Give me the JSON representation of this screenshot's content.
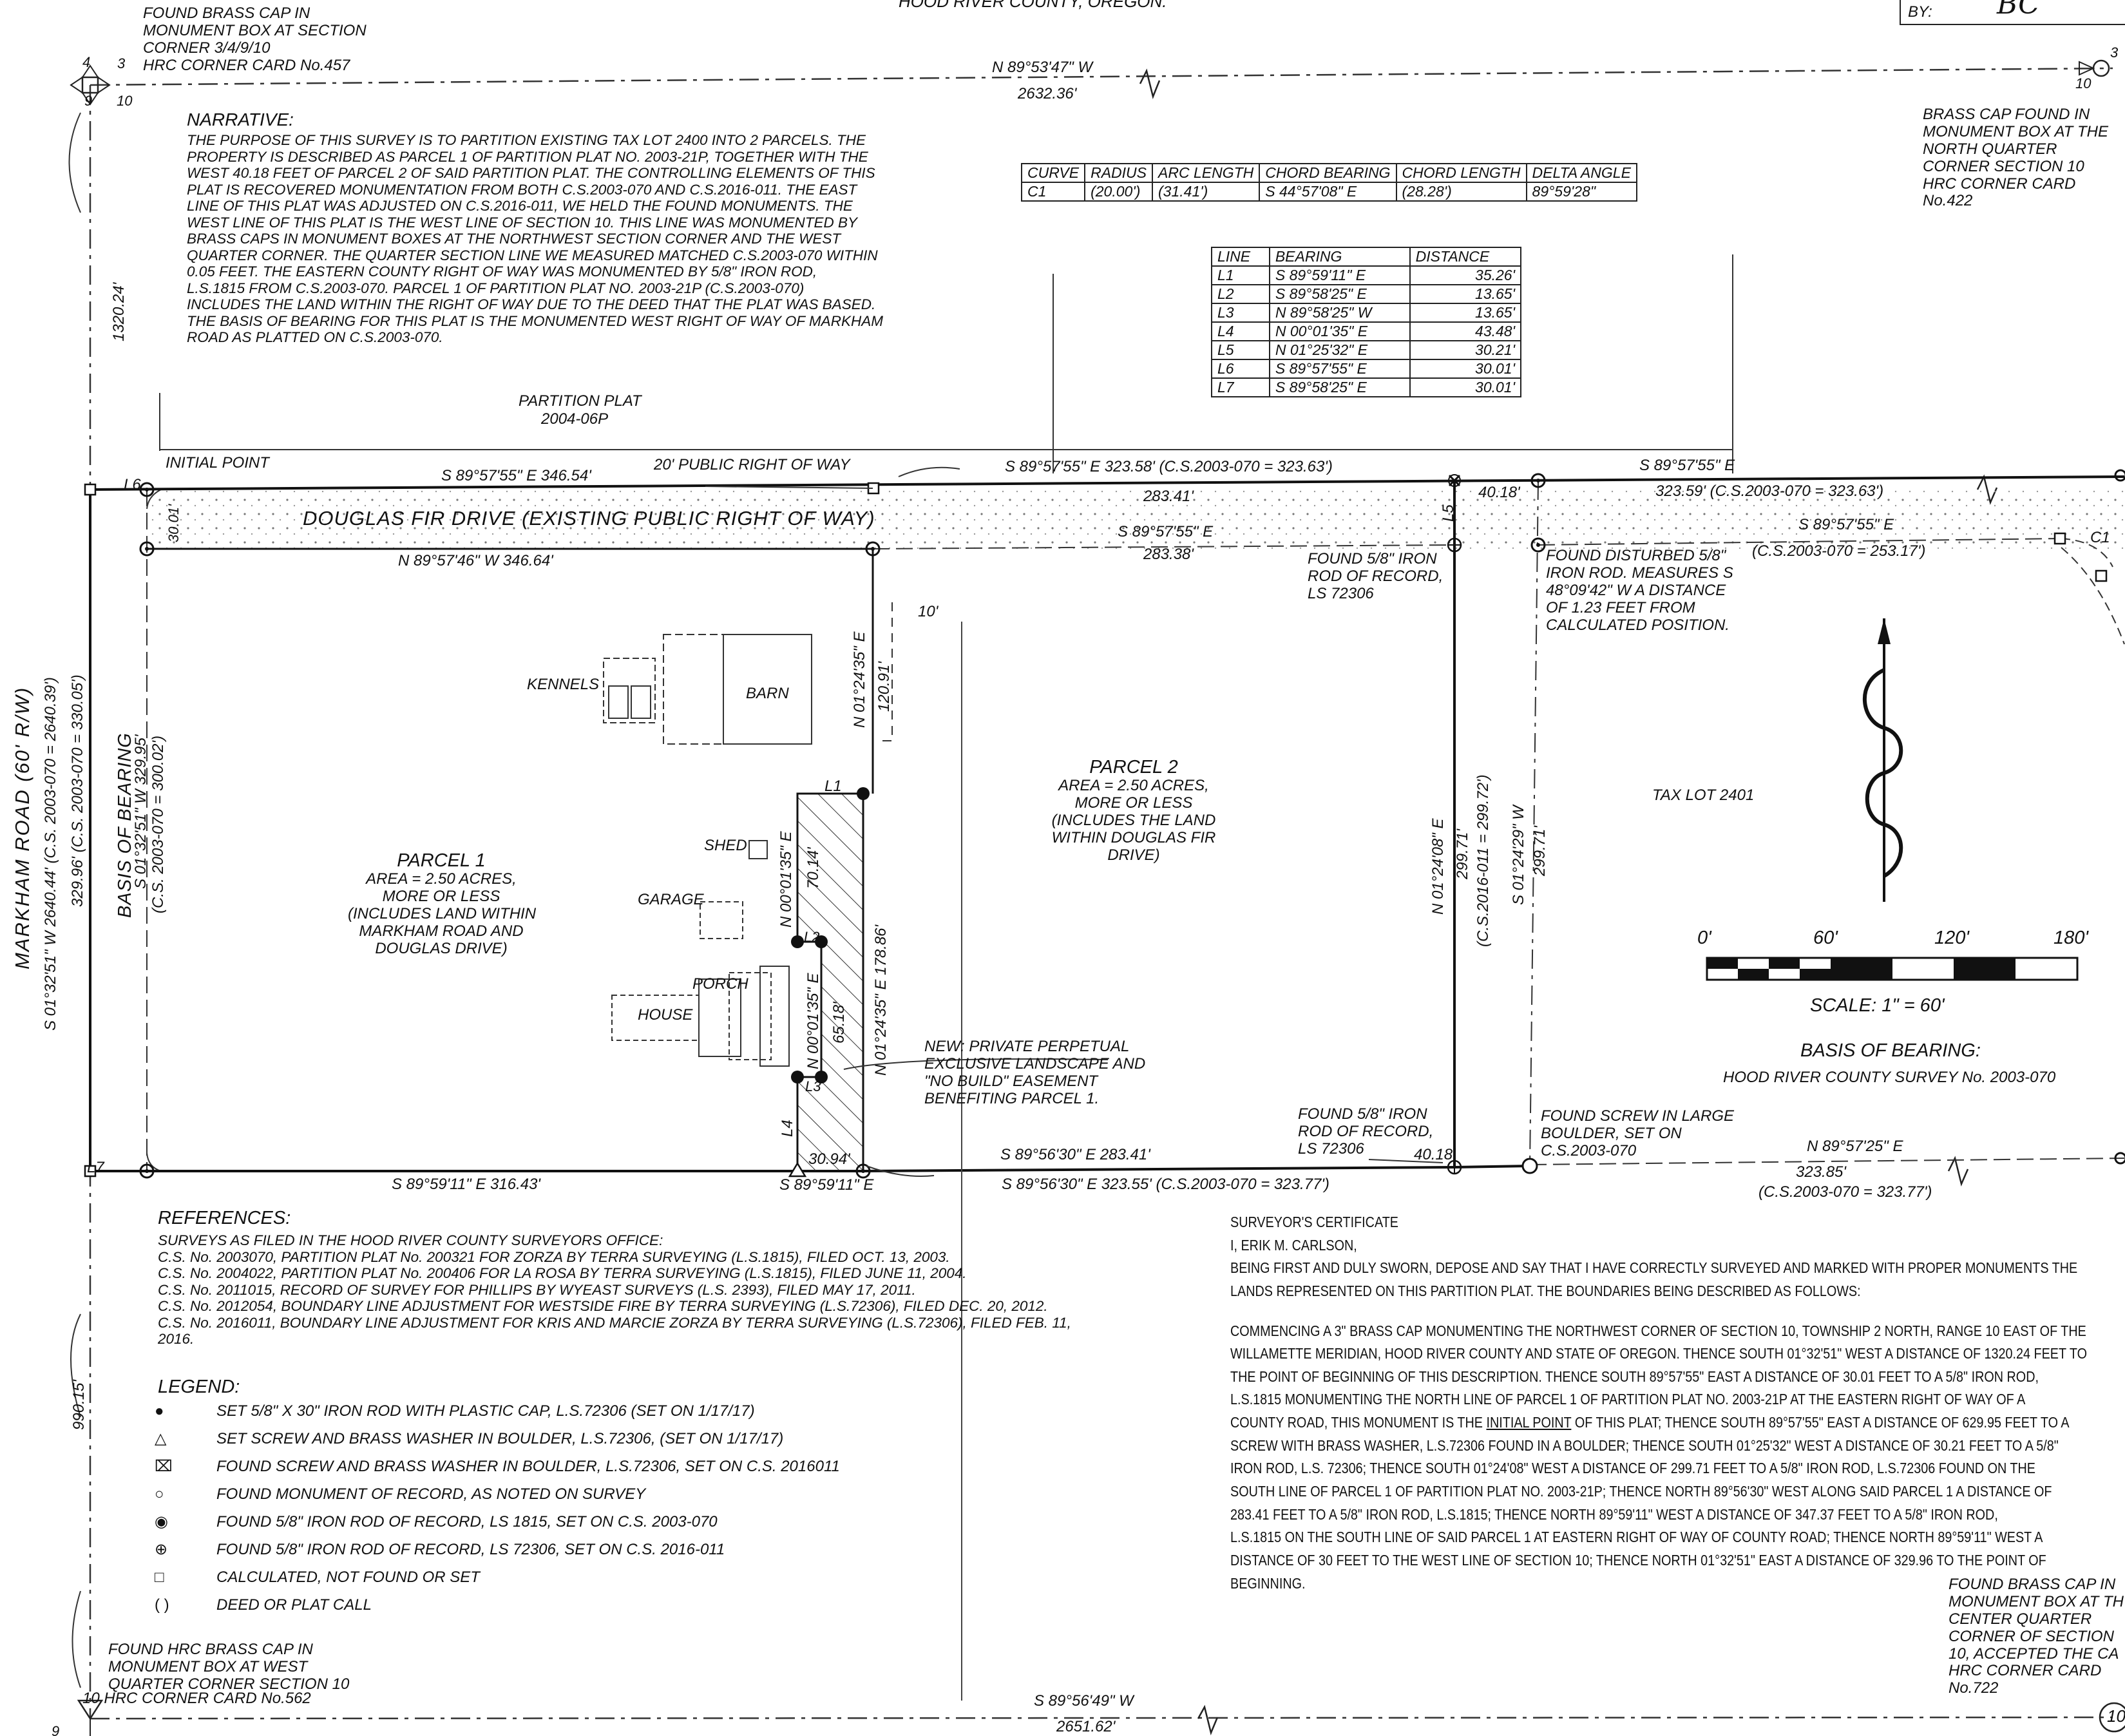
{
  "header": {
    "county_line": "HOOD RIVER COUNTY, OREGON.",
    "by_label": "BY:",
    "by_value": "BC"
  },
  "corners": {
    "nw": [
      "FOUND BRASS CAP IN",
      "MONUMENT BOX AT SECTION",
      "CORNER 3/4/9/10",
      "HRC CORNER CARD No.457"
    ],
    "nw_numbers": {
      "a": "4",
      "b": "3",
      "c": "9",
      "d": "10"
    },
    "nq": [
      "BRASS CAP FOUND IN",
      "MONUMENT BOX AT THE",
      "NORTH QUARTER",
      "CORNER SECTION 10",
      "HRC CORNER CARD",
      "No.422"
    ],
    "nq_numbers": {
      "a": "3",
      "b": "10"
    },
    "wq": [
      "FOUND HRC BRASS CAP IN",
      "MONUMENT BOX AT WEST",
      "QUARTER CORNER SECTION 10",
      "HRC CORNER CARD No.562"
    ],
    "wq_number": "10",
    "wq_bottom": "9",
    "cq": [
      "FOUND BRASS CAP IN",
      "MONUMENT BOX AT TH",
      "CENTER QUARTER",
      "CORNER OF SECTION",
      "10, ACCEPTED THE CA",
      "HRC CORNER CARD",
      "No.722"
    ],
    "cq_number": "10"
  },
  "section_lines": {
    "north_bearing": "N 89°53'47\" W",
    "north_distance": "2632.36'",
    "south_bearing": "S 89°56'49\" W",
    "south_distance": "2651.62'",
    "west_upper": "1320.24'",
    "west_lower": "990.15'"
  },
  "narrative": {
    "title": "NARRATIVE:",
    "lines": [
      "THE PURPOSE OF THIS SURVEY IS TO PARTITION EXISTING TAX LOT 2400 INTO 2 PARCELS.  THE",
      "PROPERTY IS DESCRIBED AS PARCEL 1 OF PARTITION PLAT NO. 2003-21P, TOGETHER WITH THE",
      "WEST 40.18 FEET OF PARCEL 2 OF SAID PARTITION PLAT.  THE CONTROLLING ELEMENTS OF THIS",
      "PLAT IS RECOVERED MONUMENTATION FROM BOTH C.S.2003-070 AND C.S.2016-011.  THE EAST",
      "LINE OF THIS PLAT WAS ADJUSTED ON C.S.2016-011, WE HELD THE FOUND MONUMENTS.  THE",
      "WEST LINE OF THIS PLAT IS THE WEST LINE OF SECTION 10.  THIS LINE WAS MONUMENTED BY",
      "BRASS CAPS IN MONUMENT BOXES AT THE NORTHWEST SECTION CORNER AND THE WEST",
      "QUARTER CORNER.  THE QUARTER SECTION LINE WE MEASURED MATCHED C.S.2003-070 WITHIN",
      "0.05 FEET.  THE EASTERN COUNTY RIGHT OF WAY WAS MONUMENTED BY 5/8\" IRON ROD,",
      "L.S.1815 FROM C.S.2003-070.  PARCEL 1 OF PARTITION PLAT NO. 2003-21P (C.S.2003-070)",
      "INCLUDES THE LAND WITHIN THE RIGHT OF WAY DUE TO THE DEED THAT THE PLAT WAS BASED.",
      "THE BASIS OF BEARING FOR THIS PLAT IS THE MONUMENTED WEST RIGHT OF WAY OF MARKHAM",
      "ROAD AS PLATTED ON C.S.2003-070."
    ]
  },
  "curve_table": {
    "headers": [
      "CURVE",
      "RADIUS",
      "ARC LENGTH",
      "CHORD BEARING",
      "CHORD LENGTH",
      "DELTA ANGLE"
    ],
    "rows": [
      [
        "C1",
        "(20.00')",
        "(31.41')",
        "S 44°57'08\" E",
        "(28.28')",
        "89°59'28\""
      ]
    ]
  },
  "line_table": {
    "headers": [
      "LINE",
      "BEARING",
      "DISTANCE"
    ],
    "rows": [
      [
        "L1",
        "S 89°59'11\" E",
        "35.26'"
      ],
      [
        "L2",
        "S 89°58'25\" E",
        "13.65'"
      ],
      [
        "L3",
        "N 89°58'25\" W",
        "13.65'"
      ],
      [
        "L4",
        "N 00°01'35\" E",
        "43.48'"
      ],
      [
        "L5",
        "N 01°25'32\" E",
        "30.21'"
      ],
      [
        "L6",
        "S 89°57'55\" E",
        "30.01'"
      ],
      [
        "L7",
        "S 89°58'25\" E",
        "30.01'"
      ]
    ]
  },
  "labels": {
    "partition_plat": "PARTITION PLAT",
    "partition_plat_no": "2004-06P",
    "initial_point": "INITIAL POINT",
    "row_label": "20' PUBLIC RIGHT OF WAY",
    "douglas_fir": "DOUGLAS FIR DRIVE (EXISTING PUBLIC RIGHT OF WAY)",
    "l6": "L6",
    "l7": "L7",
    "l1": "L1",
    "l2": "L2",
    "l3": "L3",
    "l4": "L4",
    "l5": "L5",
    "c1": "C1",
    "width_30": "30.01'",
    "north_seg1_bearing": "S 89°57'55\" E  346.54'",
    "north_seg2_bearing": "S 89°57'55\" E  323.58' (C.S.2003-070 = 323.63')",
    "north_seg2_sub": "283.41'",
    "north_seg3_bearing": "S 89°57'55\" E",
    "north_seg3_sub": "323.59' (C.S.2003-070 = 323.63')",
    "row_south_left": "N 89°57'46\" W  346.64'",
    "row_south_mid": "S 89°57'55\" E",
    "row_south_mid_dist": "283.38'",
    "row_south_right": "S 89°57'55\" E",
    "row_south_right_cs": "(C.S.2003-070 = 253.17')",
    "d_4018_top": "40.18'",
    "d_4018_bot": "40.18'",
    "ten_ft": "10'",
    "found_iron_top": [
      "FOUND 5/8\" IRON",
      "ROD OF RECORD,",
      "LS 72306"
    ],
    "found_disturbed": [
      "FOUND DISTURBED 5/8\"",
      "IRON ROD. MEASURES S",
      "48°09'42\" W A DISTANCE",
      "OF 1.23 FEET FROM",
      "CALCULATED POSITION."
    ],
    "kennels": "KENNELS",
    "barn": "BARN",
    "shed": "SHED",
    "garage": "GARAGE",
    "porch": "PORCH",
    "house": "HOUSE",
    "barn_line": "N 01°24'35\" E",
    "barn_dist": "120.91'",
    "ease_left1": "N 00°01'35\" E",
    "ease_d1": "70.14'",
    "ease_left2": "N 00°01'35\" E",
    "ease_d2": "65.18'",
    "ease_right": "N 01°24'35\" E  178.86'",
    "ease_bottom": "30.94'",
    "parcel1": [
      "PARCEL 1",
      "AREA = 2.50 ACRES,",
      "MORE OR LESS",
      "(INCLUDES LAND WITHIN",
      "MARKHAM ROAD AND",
      "DOUGLAS DRIVE)"
    ],
    "parcel2": [
      "PARCEL 2",
      "AREA = 2.50 ACRES,",
      "MORE OR LESS",
      "(INCLUDES THE LAND",
      "WITHIN DOUGLAS FIR",
      "DRIVE)"
    ],
    "tax_lot": "TAX LOT 2401",
    "new_easement": [
      "NEW:   PRIVATE PERPETUAL",
      "EXCLUSIVE LANDSCAPE AND",
      "\"NO BUILD\" EASEMENT",
      "BENEFITING PARCEL 1."
    ],
    "east_a": "N 01°24'08\" E",
    "east_b": "299.71'",
    "east_c": "(C.S.2016-011 = 299.72')",
    "east2_a": "S 01°24'29\" W",
    "east2_b": "299.71'",
    "found_iron_bottom": [
      "FOUND 5/8\" IRON",
      "ROD OF RECORD,",
      "LS 72306"
    ],
    "found_screw": [
      "FOUND SCREW IN LARGE",
      "BOULDER, SET ON",
      "C.S.2003-070"
    ],
    "south_seg1": "S 89°59'11\" E   316.43'",
    "south_seg1b": "S 89°59'11\" E",
    "south_seg2a": "S 89°56'30\" E  283.41'",
    "south_seg2b": "S 89°56'30\" E  323.55' (C.S.2003-070 = 323.77')",
    "south_seg3a": "N 89°57'25\" E",
    "south_seg3b": "323.85'",
    "south_seg3c": "(C.S.2003-070 = 323.77')",
    "markham": "MARKHAM  ROAD (60' R/W)",
    "markham_west": "S 01°32'51\" W  2640.44' (C.S. 2003-070 = 2640.39')",
    "markham_west2": "329.96' (C.S. 2003-070 = 330.05')",
    "basis_a": "BASIS OF BEARING",
    "basis_b": "S 01°32'51\" W 329.95'",
    "basis_c": "(C.S. 2003-070 = 300.02')"
  },
  "scale_bar": {
    "ticks": [
      "0'",
      "60'",
      "120'",
      "180'"
    ],
    "scale": "SCALE:  1\"  =  60'",
    "basis_title": "BASIS OF BEARING:",
    "basis_text": "HOOD RIVER COUNTY SURVEY No. 2003-070"
  },
  "references": {
    "title": "REFERENCES:",
    "intro": "SURVEYS AS FILED IN THE HOOD RIVER COUNTY SURVEYORS OFFICE:",
    "items": [
      "C.S. No. 2003070, PARTITION PLAT No. 200321 FOR ZORZA BY TERRA SURVEYING (L.S.1815), FILED OCT. 13, 2003.",
      "C.S. No. 2004022, PARTITION PLAT No. 200406 FOR LA ROSA BY TERRA SURVEYING (L.S.1815), FILED JUNE 11, 2004.",
      "C.S. No. 2011015, RECORD OF SURVEY FOR PHILLIPS BY WYEAST SURVEYS (L.S. 2393), FILED MAY 17, 2011.",
      "C.S. No. 2012054, BOUNDARY LINE ADJUSTMENT FOR WESTSIDE FIRE BY TERRA SURVEYING (L.S.72306), FILED DEC. 20, 2012.",
      "C.S. No. 2016011, BOUNDARY LINE ADJUSTMENT FOR KRIS AND MARCIE ZORZA BY TERRA SURVEYING (L.S.72306), FILED FEB. 11,",
      "2016."
    ]
  },
  "legend": {
    "title": "LEGEND:",
    "items": [
      {
        "symbol": "●",
        "text": "SET 5/8\" X 30\" IRON ROD WITH PLASTIC CAP, L.S.72306 (SET ON 1/17/17)"
      },
      {
        "symbol": "△",
        "text": "SET SCREW AND BRASS WASHER IN BOULDER, L.S.72306, (SET ON 1/17/17)"
      },
      {
        "symbol": "⌧",
        "text": "FOUND SCREW AND BRASS WASHER IN BOULDER, L.S.72306, SET ON C.S. 2016011"
      },
      {
        "symbol": "○",
        "text": "FOUND MONUMENT OF RECORD, AS NOTED ON SURVEY"
      },
      {
        "symbol": "◉",
        "text": "FOUND 5/8\" IRON ROD OF RECORD, LS 1815, SET ON C.S. 2003-070"
      },
      {
        "symbol": "⊕",
        "text": "FOUND 5/8\" IRON ROD OF RECORD, LS 72306, SET ON C.S. 2016-011"
      },
      {
        "symbol": "□",
        "text": "CALCULATED, NOT FOUND OR SET"
      },
      {
        "symbol": "(  )",
        "text": "DEED OR PLAT CALL"
      }
    ]
  },
  "certificate": {
    "title": "SURVEYOR'S CERTIFICATE",
    "name": "I, ERIK M. CARLSON,",
    "sworn": "BEING FIRST AND DULY SWORN, DEPOSE AND SAY THAT I HAVE CORRECTLY SURVEYED AND MARKED WITH PROPER MONUMENTS THE",
    "sworn2": "LANDS REPRESENTED ON THIS PARTITION PLAT. THE BOUNDARIES BEING DESCRIBED AS FOLLOWS:",
    "desc": [
      "COMMENCING A 3\" BRASS CAP MONUMENTING THE NORTHWEST CORNER OF SECTION 10, TOWNSHIP 2 NORTH, RANGE 10 EAST OF THE",
      "WILLAMETTE MERIDIAN, HOOD RIVER COUNTY AND STATE OF OREGON.  THENCE SOUTH 01°32'51\" WEST A DISTANCE OF 1320.24 FEET TO",
      "THE POINT OF BEGINNING OF THIS DESCRIPTION.  THENCE SOUTH 89°57'55\" EAST A DISTANCE OF 30.01 FEET TO A 5/8\" IRON ROD,",
      "L.S.1815 MONUMENTING THE NORTH LINE OF PARCEL 1 OF PARTITION PLAT NO. 2003-21P AT THE EASTERN RIGHT OF WAY OF A",
      "COUNTY ROAD, THIS MONUMENT IS THE",
      "INITIAL POINT",
      " OF THIS PLAT; THENCE SOUTH 89°57'55\" EAST A DISTANCE OF 629.95 FEET TO A",
      "SCREW WITH BRASS WASHER, L.S.72306 FOUND IN A BOULDER; THENCE SOUTH 01°25'32\" WEST A DISTANCE OF 30.21 FEET TO A 5/8\"",
      "IRON ROD, L.S. 72306; THENCE SOUTH 01°24'08\" WEST A DISTANCE OF 299.71 FEET TO A 5/8\" IRON ROD, L.S.72306 FOUND ON THE",
      "SOUTH LINE OF PARCEL 1 OF PARTITION PLAT NO. 2003-21P; THENCE NORTH 89°56'30\" WEST ALONG SAID PARCEL 1 A DISTANCE OF",
      "283.41 FEET TO A 5/8\" IRON ROD, L.S.1815; THENCE NORTH 89°59'11\" WEST A DISTANCE OF 347.37 FEET TO A 5/8\" IRON ROD,",
      "L.S.1815 ON THE SOUTH LINE OF SAID PARCEL 1 AT EASTERN RIGHT OF WAY OF COUNTY ROAD; THENCE NORTH 89°59'11\" WEST A",
      "DISTANCE OF 30 FEET TO THE WEST LINE OF SECTION 10; THENCE NORTH 01°32'51\" EAST A DISTANCE OF 329.96 TO THE POINT OF",
      "BEGINNING."
    ]
  }
}
